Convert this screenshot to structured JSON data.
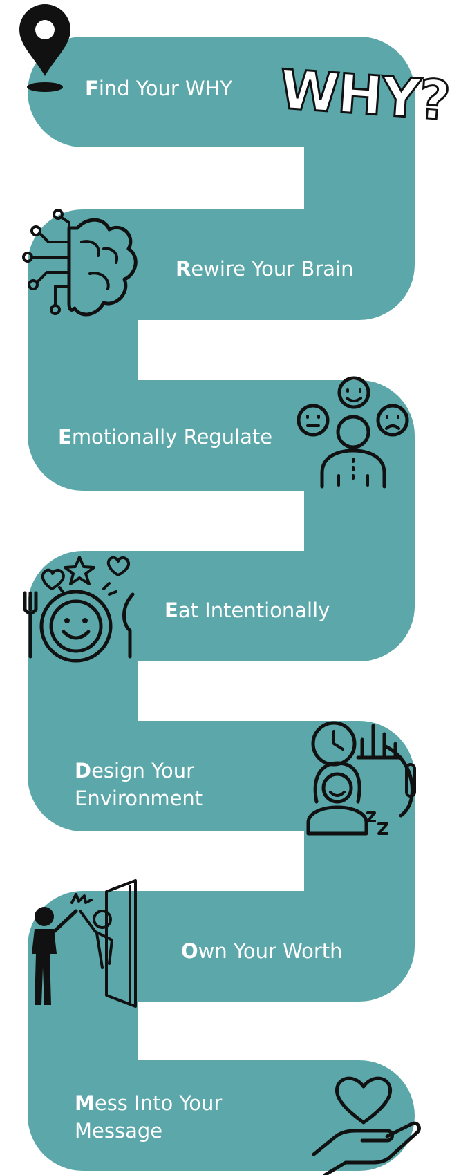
{
  "colors": {
    "path": "#5ba7aa",
    "text": "#ffffff",
    "ink": "#111111",
    "background": "#ffffff"
  },
  "decor": {
    "why_text": "WHY?"
  },
  "steps": [
    {
      "initial": "F",
      "line1": "ind Your WHY",
      "line2": "",
      "icon": "why-question-icon"
    },
    {
      "initial": "R",
      "line1": "ewire Your Brain",
      "line2": "",
      "icon": "circuit-brain-icon"
    },
    {
      "initial": "E",
      "line1": "motionally Regulate",
      "line2": "",
      "icon": "emotions-person-icon"
    },
    {
      "initial": "E",
      "line1": "at Intentionally",
      "line2": "",
      "icon": "happy-plate-icon"
    },
    {
      "initial": "D",
      "line1": "esign Your",
      "line2": "Environment",
      "icon": "lifestyle-woman-icon"
    },
    {
      "initial": "O",
      "line1": "wn Your Worth",
      "line2": "",
      "icon": "mirror-high-five-icon"
    },
    {
      "initial": "M",
      "line1": "ess Into Your",
      "line2": "Message",
      "icon": "heart-hand-icon"
    }
  ],
  "start_marker_icon": "map-pin-icon"
}
